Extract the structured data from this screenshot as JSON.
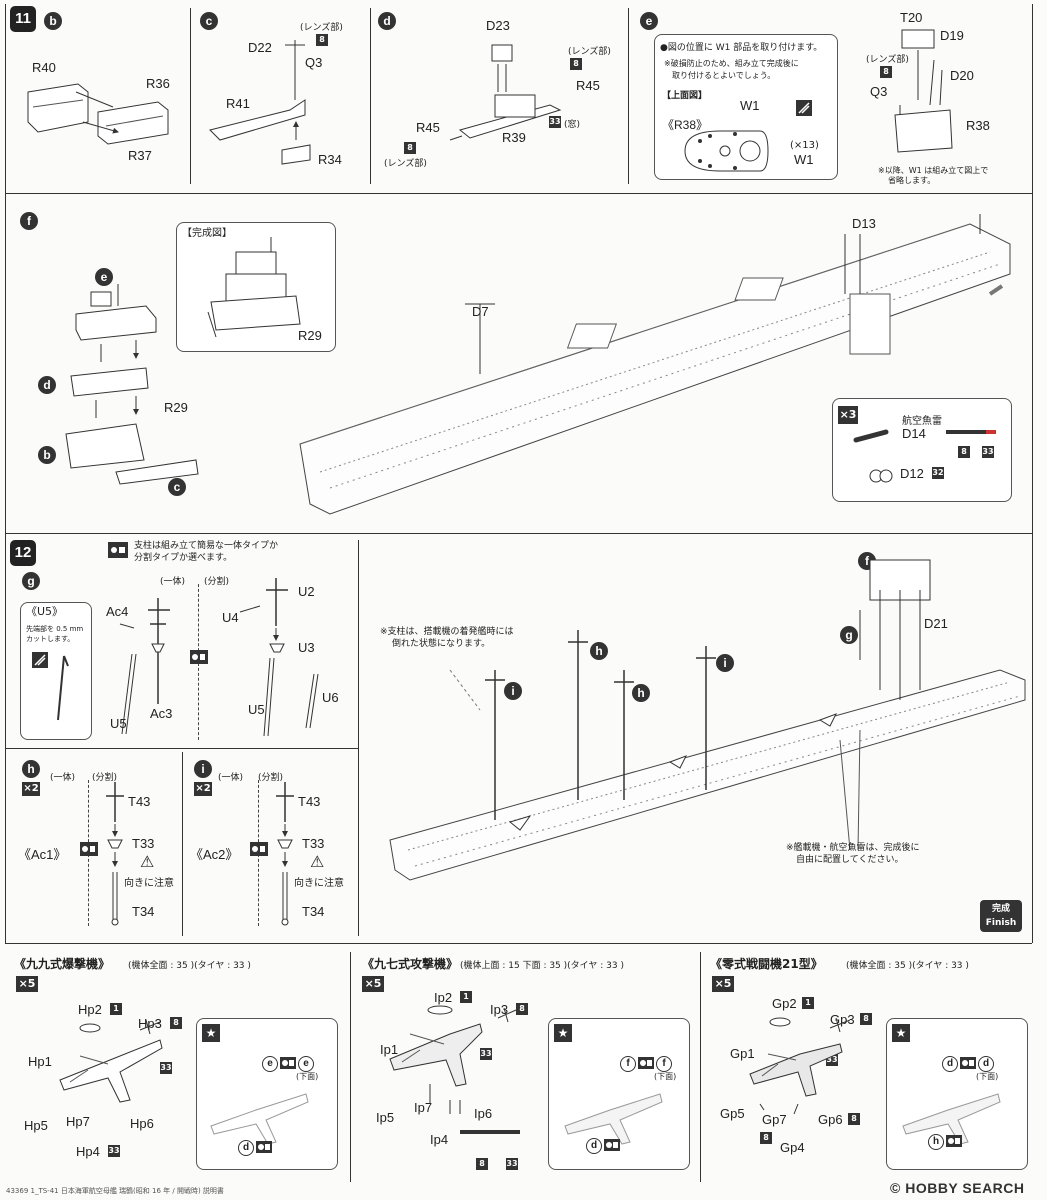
{
  "step11": {
    "number": "11",
    "b": {
      "tag": "b",
      "R40": "R40",
      "R36": "R36",
      "R37": "R37"
    },
    "c": {
      "tag": "c",
      "lens": "(レンズ部)",
      "num8": "8",
      "D22": "D22",
      "Q3": "Q3",
      "R41": "R41",
      "R34": "R34"
    },
    "d": {
      "tag": "d",
      "D23": "D23",
      "lens_top": "(レンズ部)",
      "num8a": "8",
      "R45a": "R45",
      "R45b": "R45",
      "num8b": "8",
      "R39": "R39",
      "num33": "33",
      "window": "(窓)",
      "lens_bottom": "(レンズ部)"
    },
    "e": {
      "tag": "e",
      "note1": "●図の位置に W1 部品を取り付けます。",
      "note2": "※破損防止のため、組み立て完成後に",
      "note3": "取り付けるとよいでしょう。",
      "top_view": "【上面図】",
      "R38_ref": "《R38》",
      "W1a": "W1",
      "W1b": "W1",
      "x13": "(×13)",
      "T20": "T20",
      "D19": "D19",
      "lens": "(レンズ部)",
      "num8": "8",
      "D20": "D20",
      "Q3": "Q3",
      "R38": "R38",
      "foot1": "※以降、W1 は組み立て図上で",
      "foot2": "省略します。"
    }
  },
  "step11f": {
    "tag": "f",
    "complete": "【完成図】",
    "R29a": "R29",
    "R29b": "R29",
    "e": "e",
    "d": "d",
    "b": "b",
    "c": "c",
    "D7": "D7",
    "D13": "D13",
    "torpedo_box": {
      "mult": "×3",
      "title": "航空魚雷",
      "D14": "D14",
      "num8": "8",
      "num33": "33",
      "D12": "D12",
      "num32": "32"
    }
  },
  "step12": {
    "number": "12",
    "intro1": "支柱は組み立て簡易な一体タイプか",
    "intro2": "分割タイプか選べます。",
    "g": {
      "tag": "g",
      "ittai": "(一体)",
      "bunkatsu": "(分割)",
      "U5ref": "《U5》",
      "cut1": "先端部を 0.5 mm",
      "cut2": "カットします。",
      "Ac4": "Ac4",
      "U5a": "U5",
      "Ac3": "Ac3",
      "U2": "U2",
      "U4": "U4",
      "U3": "U3",
      "U5b": "U5",
      "U6": "U6"
    },
    "h": {
      "tag": "h",
      "mult": "×2",
      "ittai": "(一体)",
      "bunkatsu": "(分割)",
      "ref": "《Ac1》",
      "T43": "T43",
      "T33": "T33",
      "caution": "向きに注意",
      "T34": "T34"
    },
    "i": {
      "tag": "i",
      "mult": "×2",
      "ittai": "(一体)",
      "bunkatsu": "(分割)",
      "ref": "《Ac2》",
      "T43": "T43",
      "T33": "T33",
      "caution": "向きに注意",
      "T34": "T34"
    },
    "ship": {
      "note_a1": "※支柱は、搭載機の着発艦時には",
      "note_a2": "倒れた状態になります。",
      "D21": "D21",
      "f": "f",
      "g": "g",
      "h1": "h",
      "h2": "h",
      "i1": "i",
      "i2": "i",
      "note_b1": "※艦載機・航空魚雷は、完成後に",
      "note_b2": "自由に配置してください。",
      "finish_jp": "完成",
      "finish_en": "Finish"
    }
  },
  "aircraft": [
    {
      "title": "《九九式爆撃機》",
      "spec": "(機体全面 : 35 )(タイヤ : 33 )",
      "mult": "×5",
      "parts": {
        "a": "Hp2",
        "a_n": "1",
        "b": "Hp3",
        "b_n": "8",
        "c": "Hp1",
        "c_n": "33",
        "d": "Hp5",
        "e": "Hp7",
        "f": "Hp6",
        "g": "Hp4",
        "g_n": "33"
      },
      "decal": {
        "t1": "e",
        "t2": "e",
        "under": "(下面)",
        "t3": "d"
      }
    },
    {
      "title": "《九七式攻撃機》",
      "spec": "(機体上面 : 15 下面 : 35 )(タイヤ : 33 )",
      "mult": "×5",
      "parts": {
        "a": "Ip2",
        "a_n": "1",
        "b": "Ip3",
        "b_n": "8",
        "c": "Ip1",
        "c_n": "33",
        "d": "Ip5",
        "e": "Ip7",
        "f": "Ip6",
        "g": "Ip4",
        "g_n1": "8",
        "g_n2": "33"
      },
      "decal": {
        "t1": "f",
        "t2": "f",
        "under": "(下面)",
        "t3": "d"
      }
    },
    {
      "title": "《零式戦闘機21型》",
      "spec": "(機体全面 : 35 )(タイヤ : 33 )",
      "mult": "×5",
      "parts": {
        "a": "Gp2",
        "a_n": "1",
        "b": "Gp3",
        "b_n": "8",
        "c": "Gp1",
        "c_n": "33",
        "d": "Gp5",
        "e": "Gp7",
        "f": "Gp6",
        "f_n": "8",
        "g": "Gp4",
        "g_n": "8"
      },
      "decal": {
        "t1": "d",
        "t2": "d",
        "under": "(下面)",
        "t3": "h"
      }
    }
  ],
  "footer": {
    "left": "43369 1_TS-41 日本海軍航空母艦 瑞鶴(昭和 16 年 / 開戦時) 説明書",
    "right": "© HOBBY SEARCH"
  }
}
